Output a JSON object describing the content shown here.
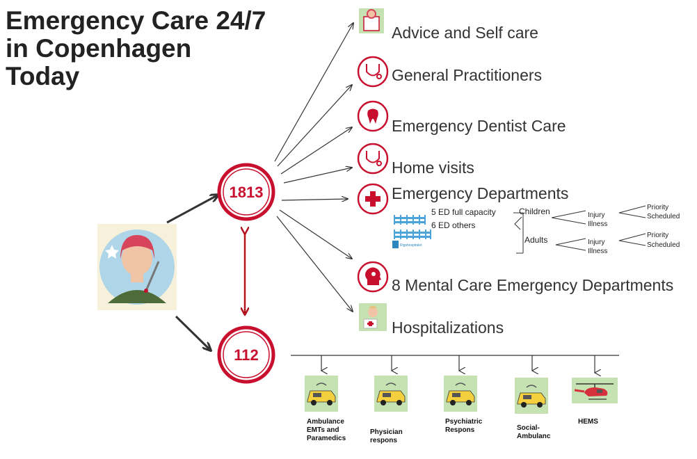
{
  "title": "Emergency Care 24/7\nin Copenhagen\nToday",
  "hubs": {
    "primary": "1813",
    "emergency": "112"
  },
  "services": [
    {
      "label": "Advice and Self care",
      "icon": "advice-icon"
    },
    {
      "label": "General Practitioners",
      "icon": "stethoscope-icon"
    },
    {
      "label": "Emergency Dentist Care",
      "icon": "tooth-icon"
    },
    {
      "label": "Home visits",
      "icon": "stethoscope-icon"
    },
    {
      "label": "Emergency Departments",
      "icon": "red-cross-icon"
    },
    {
      "label": "8 Mental Care Emergency Departments",
      "icon": "head-icon"
    },
    {
      "label": "Hospitalizations",
      "icon": "nurse-icon"
    }
  ],
  "ed_detail": {
    "full_capacity": "5 ED full capacity",
    "others": "6 ED others",
    "logo_text": "Rigshospitalet",
    "groups": [
      {
        "name": "Children",
        "types": [
          "Injury",
          "Illness"
        ],
        "priorities": [
          "Priority",
          "Scheduled"
        ]
      },
      {
        "name": "Adults",
        "types": [
          "Injury",
          "Illness"
        ],
        "priorities": [
          "Priority",
          "Scheduled"
        ]
      }
    ]
  },
  "units": [
    {
      "label": "Ambulance\nEMTs and\nParamedics",
      "icon": "ambulance-icon"
    },
    {
      "label": "Physician\nrespons",
      "icon": "ambulance-icon"
    },
    {
      "label": "Psychiatric\nRespons",
      "icon": "ambulance-icon"
    },
    {
      "label": "Social-\nAmbulanc",
      "icon": "ambulance-icon"
    },
    {
      "label": "HEMS",
      "icon": "helicopter-icon"
    }
  ],
  "colors": {
    "accent": "#c8102e",
    "icon_bg": "#c6e2b3",
    "vehicle": "#f4d03f",
    "avatar_bg": "#aed6e8"
  }
}
